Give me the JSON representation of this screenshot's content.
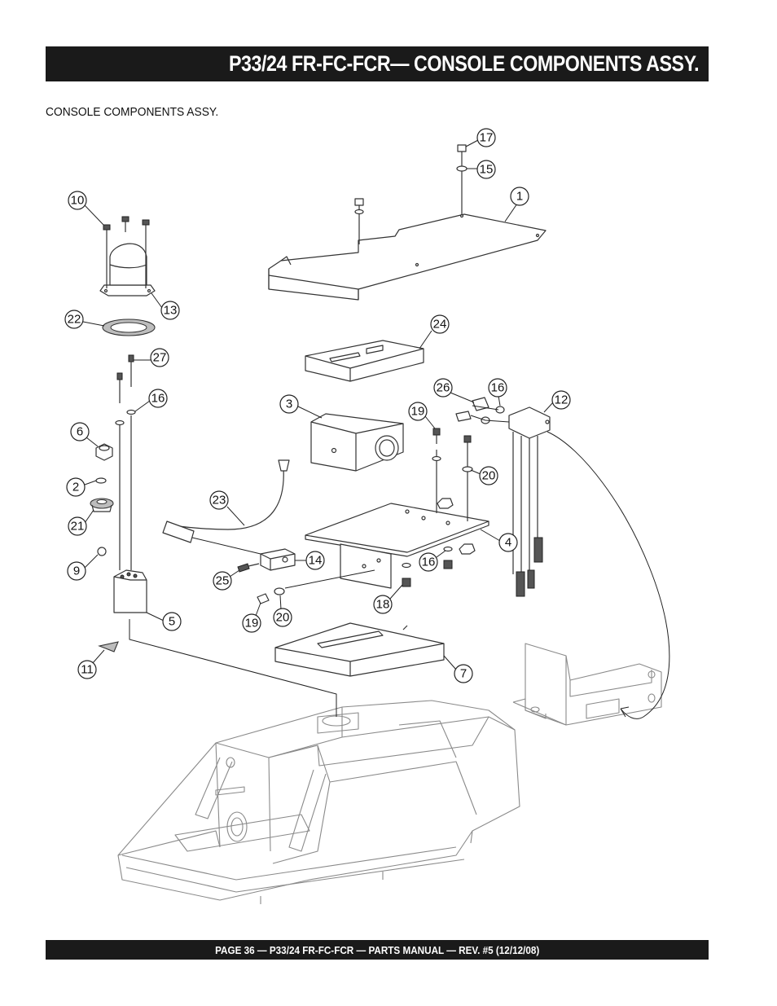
{
  "header": {
    "title": "P33/24 FR-FC-FCR— CONSOLE COMPONENTS ASSY."
  },
  "section": {
    "label": "CONSOLE COMPONENTS ASSY."
  },
  "footer": {
    "text": "PAGE 36 — P33/24 FR-FC-FCR — PARTS MANUAL — REV. #5 (12/12/08)"
  },
  "callouts": {
    "c1": "1",
    "c2": "2",
    "c3": "3",
    "c4": "4",
    "c5": "5",
    "c6": "6",
    "c7": "7",
    "c9": "9",
    "c10": "10",
    "c11": "11",
    "c12": "12",
    "c13": "13",
    "c14": "14",
    "c15": "15",
    "c16a": "16",
    "c16b": "16",
    "c16c": "16",
    "c17": "17",
    "c18": "18",
    "c19a": "19",
    "c19b": "19",
    "c20a": "20",
    "c20b": "20",
    "c21": "21",
    "c22": "22",
    "c23": "23",
    "c24": "24",
    "c25": "25",
    "c26": "26",
    "c27": "27"
  }
}
